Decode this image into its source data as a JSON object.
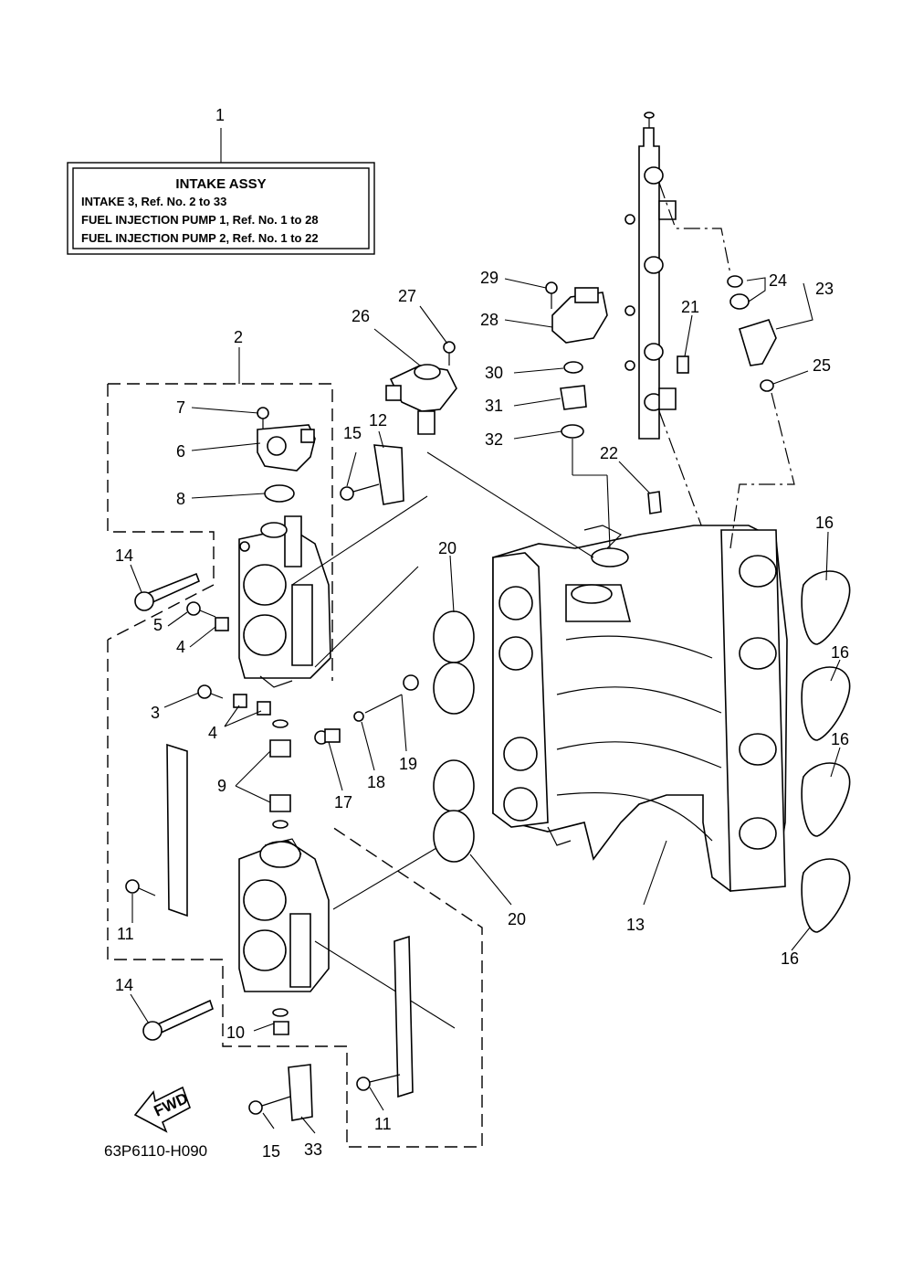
{
  "info_box": {
    "ref": "1",
    "title": "INTAKE ASSY",
    "lines": [
      "INTAKE 3,  Ref. No. 2 to 33",
      "FUEL INJECTION PUMP 1,  Ref. No. 1 to 28",
      "FUEL INJECTION PUMP 2,  Ref. No. 1 to 22"
    ]
  },
  "callouts": {
    "c2": "2",
    "c3": "3",
    "c4a": "4",
    "c4b": "4",
    "c5": "5",
    "c6": "6",
    "c7": "7",
    "c8": "8",
    "c9": "9",
    "c10": "10",
    "c11a": "11",
    "c11b": "11",
    "c12": "12",
    "c13": "13",
    "c14a": "14",
    "c14b": "14",
    "c15a": "15",
    "c15b": "15",
    "c16a": "16",
    "c16b": "16",
    "c16c": "16",
    "c16d": "16",
    "c17": "17",
    "c18": "18",
    "c19": "19",
    "c20a": "20",
    "c20b": "20",
    "c21": "21",
    "c22": "22",
    "c23": "23",
    "c24": "24",
    "c25": "25",
    "c26": "26",
    "c27": "27",
    "c28": "28",
    "c29": "29",
    "c30": "30",
    "c31": "31",
    "c32": "32",
    "c33": "33"
  },
  "fwd_label": "FWD",
  "diagram_code": "63P6110-H090"
}
